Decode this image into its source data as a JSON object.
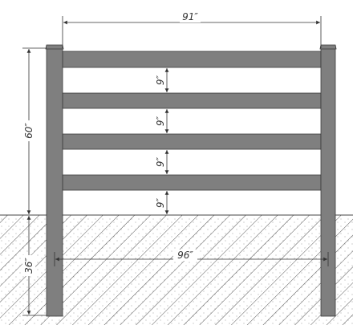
{
  "colors": {
    "post_fill": "#7f7f7f",
    "rail_fill": "#7f7f7f",
    "outline": "#3a3a3a",
    "dimension_line": "#333333",
    "ground_hatch": "#555555",
    "background": "#ffffff"
  },
  "dimensions": {
    "top_span": "91″",
    "height_above_ground": "60″",
    "depth_below_ground": "36″",
    "post_spacing": "96″",
    "rail_gaps": [
      "9″",
      "9″",
      "9″",
      "9″"
    ]
  }
}
